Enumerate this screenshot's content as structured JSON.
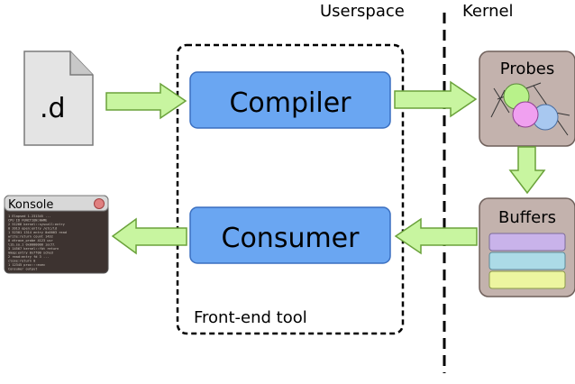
{
  "regions": {
    "userspace": "Userspace",
    "kernel": "Kernel"
  },
  "file": {
    "label": ".d"
  },
  "frontend": {
    "label": "Front-end tool",
    "compiler": "Compiler",
    "consumer": "Consumer"
  },
  "kernel_parts": {
    "probes": "Probes",
    "buffers": "Buffers"
  },
  "terminal": {
    "title": "Konsole",
    "lines": [
      "  1  Elapsed  1.231345 ...",
      "     CPU    ID      FUNCTION:NAME",
      "  2  51266 kernel::syscall:entry",
      "     0   2013   open:entry  /etc/ld",
      "  1  52301 1314 entry 0x0003 read",
      "     write:return  count 1432",
      "  0  dtrace_probe  4123 usr",
      "     lib.so.1  0x0000000  ioctl",
      "  3  14567  kernel::fbt  return",
      "     mmap:entry  0x7f00  sched",
      "  2  read:entry  fd 3 ...",
      "     close:return 0",
      "  1  12345 proc:::exec",
      "     Consumer output"
    ]
  },
  "colors": {
    "box_fill": "#6aa6f2",
    "box_stroke": "#3a6fc0",
    "arrow_fill": "#c8f5a0",
    "arrow_stroke": "#6aa23a",
    "kernel_box": "#c3b2ad",
    "buffer_purple": "#c9b3ea",
    "buffer_cyan": "#acdbe7",
    "buffer_yellow": "#edf5a0",
    "terminal_bg": "#3d3330",
    "terminal_close": "#e08080"
  }
}
